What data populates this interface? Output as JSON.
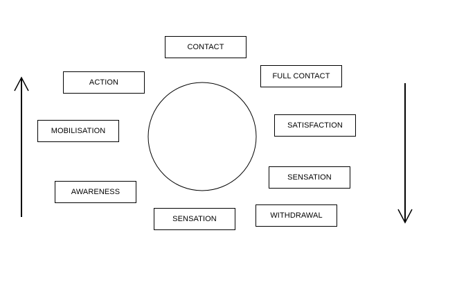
{
  "stages": [
    {
      "id": "contact",
      "label": "CONTACT"
    },
    {
      "id": "full_contact",
      "label": "FULL CONTACT"
    },
    {
      "id": "satisfaction",
      "label": "SATISFACTION"
    },
    {
      "id": "sensation_right",
      "label": "SENSATION"
    },
    {
      "id": "withdrawal",
      "label": "WITHDRAWAL"
    },
    {
      "id": "sensation_bottom",
      "label": "SENSATION"
    },
    {
      "id": "awareness",
      "label": "AWARENESS"
    },
    {
      "id": "mobilisation",
      "label": "MOBILISATION"
    },
    {
      "id": "action",
      "label": "ACTION"
    }
  ],
  "arrows": {
    "left": {
      "direction": "up"
    },
    "right": {
      "direction": "down"
    }
  },
  "colors": {
    "stroke": "#000000",
    "background": "#ffffff"
  }
}
